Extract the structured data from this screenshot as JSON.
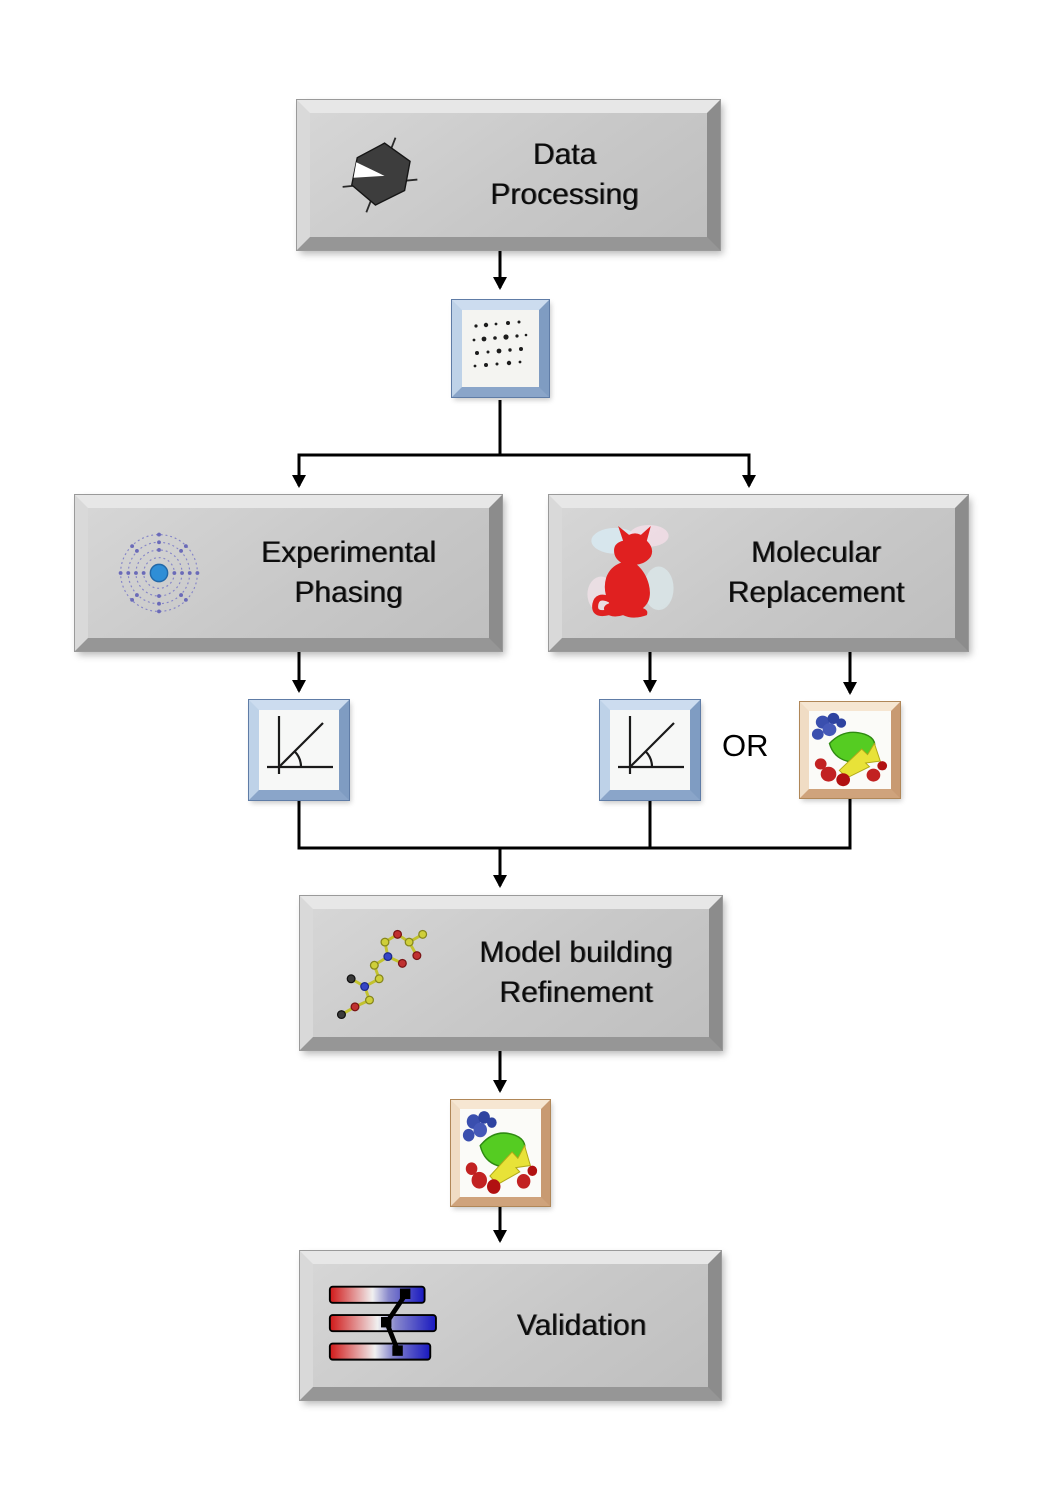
{
  "diagram": {
    "nodes": {
      "data_processing": {
        "line1": "Data",
        "line2": "Processing",
        "icon": "crystal-hexagon-icon"
      },
      "experimental_phasing": {
        "line1": "Experimental",
        "line2": "Phasing",
        "icon": "atom-rings-icon"
      },
      "molecular_replacement": {
        "line1": "Molecular",
        "line2": "Replacement",
        "icon": "red-cat-icon"
      },
      "model_building": {
        "line1": "Model building",
        "line2": "Refinement",
        "icon": "molecule-stick-icon"
      },
      "validation": {
        "line1": "Validation",
        "icon": "validation-bars-icon"
      }
    },
    "connector_labels": {
      "or": "OR"
    },
    "artifact_icons": {
      "diffraction_image": "diffraction-pattern-icon",
      "phasing_graph": "graph-angle-icon",
      "mr_graph": "graph-angle-icon",
      "mr_model": "protein-model-icon",
      "refined_model": "protein-model-icon"
    },
    "colors": {
      "background": "#ffffff",
      "box_face": "#c8c8c8",
      "box_highlight": "#e7e7e7",
      "box_shadow_edge": "#8c8c8c",
      "blue_frame": "#a9c3e0",
      "peach_frame": "#ecd2b8",
      "arrow": "#000000",
      "cat_red": "#e02020",
      "nucleus_blue": "#2f8ed6",
      "ribbon_green": "#55cc22",
      "ribbon_yellow": "#e8e238",
      "blob_blue": "#3a4fae",
      "blob_red": "#c22222",
      "bar_red": "#d01818",
      "bar_blue": "#1818c0"
    }
  }
}
